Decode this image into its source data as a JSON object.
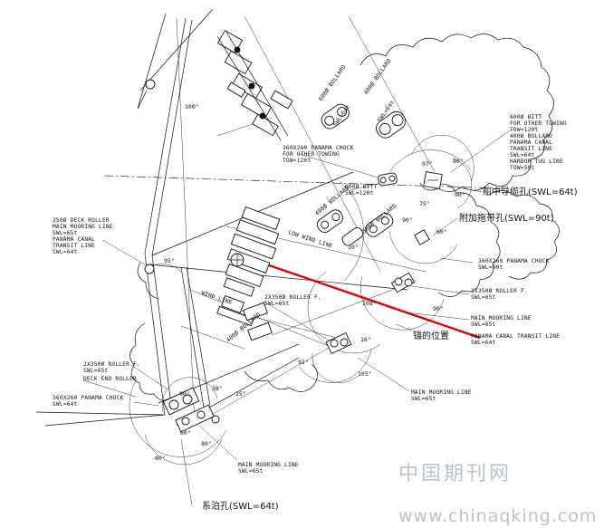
{
  "labels": {
    "bollard_600_a": "600Ø BOLLARD",
    "bollard_600_b": "400Ø BOLLARD",
    "swl_64_a": "SWL=64t",
    "swl_64_b": "SWL=64t",
    "bitt_600_top": "600Ø BITT",
    "for_other_towing_a": "FOR OTHER TOWING",
    "tow_120_a": "TOW=120t",
    "bollard_400_canal": "400Ø BOLLARD",
    "panama_canal": "PANAMA CANAL",
    "transit_line": "TRANSIT LINE",
    "swl_64_c": "SWL=64t",
    "harbor_tug_line": "HARBOR TUG LINE",
    "tow_50": "TOW=50t",
    "chock_360_top": "360X260 PANAMA CHOCK",
    "for_other_towing_b": "FOR OTHER TOWING",
    "tow_120_b": "TOW=120t",
    "bitt_600_mid": "600Ø BITT",
    "swl_120": "SWL=120t",
    "deck_roller_350": "350Ø DECK ROLLER",
    "main_mooring_line_a": "MAIN MOORING LINE",
    "swl_65_a": "SWL=65t",
    "panama_canal_b": "PANAMA CANAL",
    "transit_line_b": "TRANSIT LINE",
    "swl_64_d": "SWL=64t",
    "chock_360_right": "360X260 PANAMA CHOCK",
    "swl_90": "SWL=90t",
    "roller_2x350_right": "2X350Ø ROLLER F.",
    "swl_65_b": "SWL=65t",
    "main_mooring_line_b": "MAIN MOORING LINE",
    "swl_65_c": "SWL=65t",
    "panama_canal_transit_line": "PANAMA CANAL TRANSIT LINE",
    "swl_64_e": "SWL=64t",
    "roller_2x350_mid": "2X350Ø ROLLER F.",
    "swl_65_d": "SWL=65t",
    "roller_2x350_left": "2X350Ø ROLLER F.",
    "swl_65_e": "SWL=65t",
    "deck_end_roller": "DECK END ROLLER",
    "chock_360_left": "360X260 PANAMA CHOCK",
    "swl_64_f": "SWL=64t",
    "main_mooring_line_c": "MAIN MOORING LINE",
    "swl_65_f": "SWL=65t",
    "main_mooring_line_d": "MAIN MOORING LINE",
    "swl_65_g": "SWL=65t",
    "bollard_400_mid": "400Ø BOLLARD",
    "bollard_300": "300Ø BOLLARD",
    "bollard_400_low": "400Ø BOLLARD",
    "low_wind_line": "LOW WIND LINE",
    "wind_line": "WIND LINE"
  },
  "annotations_cn": {
    "center_chock": "船中导缆孔(SWL=64t)",
    "towing_bracket": "附加拖带孔(SWL=90t)",
    "anchor_position": "锚的位置",
    "mooring_hole": "系泊孔(SWL=64t)"
  },
  "angles": {
    "a100": "100°",
    "a97": "97°",
    "a80_top": "80°",
    "a90_top": "90°",
    "a75": "75°",
    "a90_mid": "90°",
    "a60_right": "60°",
    "a10": "10°",
    "a108": "108°",
    "a90_low": "90°",
    "a16": "16°",
    "a105": "105°",
    "a91": "91°",
    "a95": "95°",
    "a38": "38°",
    "a25": "25°",
    "a60_left": "60°",
    "a80_bottom": "80°",
    "a80_left": "80°",
    "a90_left": "90°"
  },
  "watermark": {
    "cn": "中国期刊网",
    "url": "www.chinaqking.com"
  },
  "colors": {
    "ink": "#111111",
    "highlight_line": "#e00000",
    "watermark": "#b9c3cc"
  }
}
